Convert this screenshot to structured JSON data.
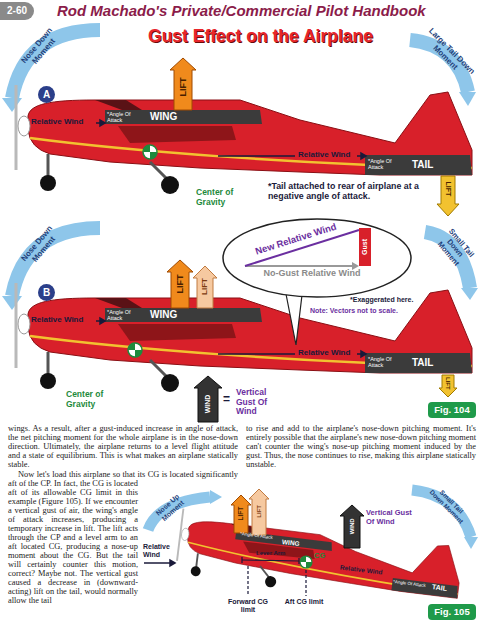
{
  "diagram": {
    "title": "Gust Effect on the Airplane",
    "nodes": [
      {
        "text": [
          "2-60"
        ]
      },
      {
        "text": [
          "A"
        ]
      },
      {
        "text": [
          "New Relative Wind",
          "Gust",
          "No-Gust Relative Wind",
          "*Exaggerated here."
        ]
      },
      {
        "text": [
          "B"
        ]
      },
      {
        "text": [
          "Fig. 104"
        ]
      },
      {
        "text": [
          "Fig. 105"
        ]
      }
    ],
    "labels": [
      "Rod Machado's Private/Commercial Pilot Handbook",
      "Nose Down Moment",
      "Relative Wind",
      "*Angle Of Attack",
      "WING",
      "LIFT",
      "Relative Wind",
      "*Angle Of Attack",
      "TAIL",
      "LIFT",
      "Center of Gravity",
      "*Tail attached to rear of airplane at a negative angle of attack.",
      "Large Tail Down Moment",
      "Nose Down Moment",
      "Relative Wind",
      "*Angle Of Attack",
      "WING",
      "LIFT",
      "LIFT",
      "Note: Vectors not to scale.",
      "Relative Wind",
      "*Angle Of Attack",
      "TAIL",
      "LIFT",
      "Center of Gravity",
      "Small Tail Down Moment",
      "WIND",
      "=",
      "Vertical Gust Of Wind",
      "wings. As a result, after a gust-induced increase in angle of attack, the net pitching moment for the whole airplane is in the nose-down direction. Ultimately, the airplane returns to a level flight attitude and a state of equilibrium. This is what makes an airplane statically stable.",
      "Now let's load this airplane so that its CG is located significantly aft of the CP. In fact, the CG is located aft of its allowable CG limit in this example (Figure 105). If we encounter a vertical gust of air, the wing's angle of attack increases, producing a temporary increase in lift. The lift acts through the CP and a level arm to an aft located CG, producing a nose-up moment about the CG. But the tail will certainly counter this motion, correct? Maybe not. The vertical gust caused a decrease in (downward-acting) lift on the tail, would normally allow the tail",
      "to rise and add to the airplane's nose-down pitching moment. It's entirely possible that the airplane's new nose-down pitching moment can't counter the wing's nose-up pitching moment induced by the gust. Thus, the nose continues to rise, making this airplane statically unstable.",
      "Nose Up Moment",
      "Relative Wind",
      "*Angle Of Attack",
      "WING",
      "LIFT",
      "LIFT",
      "Lever Arm",
      "CG",
      "WIND",
      "Vertical Gust Of Wind",
      "Relative Wind",
      "*Angle Of Attack",
      "TAIL",
      "Small Tail Down Moment",
      "Forward CG limit",
      "Aft CG limit"
    ]
  }
}
